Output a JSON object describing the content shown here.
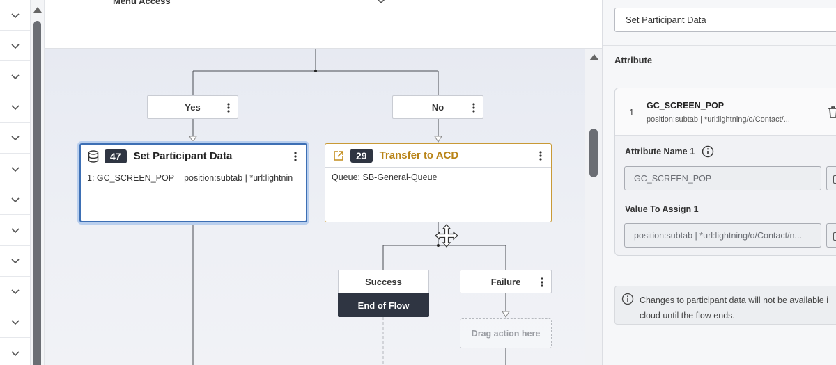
{
  "left_column": {
    "row_count": 12
  },
  "menu_access": {
    "label": "Menu Access"
  },
  "flow": {
    "branches": {
      "yes_label": "Yes",
      "no_label": "No"
    },
    "set_participant_card": {
      "number": "47",
      "title": "Set Participant Data",
      "body": "1: GC_SCREEN_POP = position:subtab | *url:lightnin",
      "icon": "database-icon"
    },
    "transfer_card": {
      "number": "29",
      "title": "Transfer to ACD",
      "body": "Queue: SB-General-Queue",
      "icon": "external-link-icon"
    },
    "paths": {
      "success_label": "Success",
      "failure_label": "Failure",
      "end_of_flow_label": "End of Flow",
      "drag_placeholder": "Drag action here"
    },
    "colors": {
      "selected_border": "#3d6fb4",
      "transfer_accent": "#b98418",
      "dark_badge": "#2f3542"
    }
  },
  "right_panel": {
    "action_name_value": "Set Participant Data",
    "attribute_section_label": "Attribute",
    "attribute": {
      "index": "1",
      "name": "GC_SCREEN_POP",
      "summary": "position:subtab | *url:lightning/o/Contact/...",
      "name_field_label": "Attribute Name 1",
      "name_field_value": "GC_SCREEN_POP",
      "value_field_label": "Value To Assign 1",
      "value_field_value": "position:subtab | *url:lightning/o/Contact/n..."
    },
    "notice_line1": "Changes to participant data will not be available i",
    "notice_line2": "cloud until the flow ends."
  }
}
